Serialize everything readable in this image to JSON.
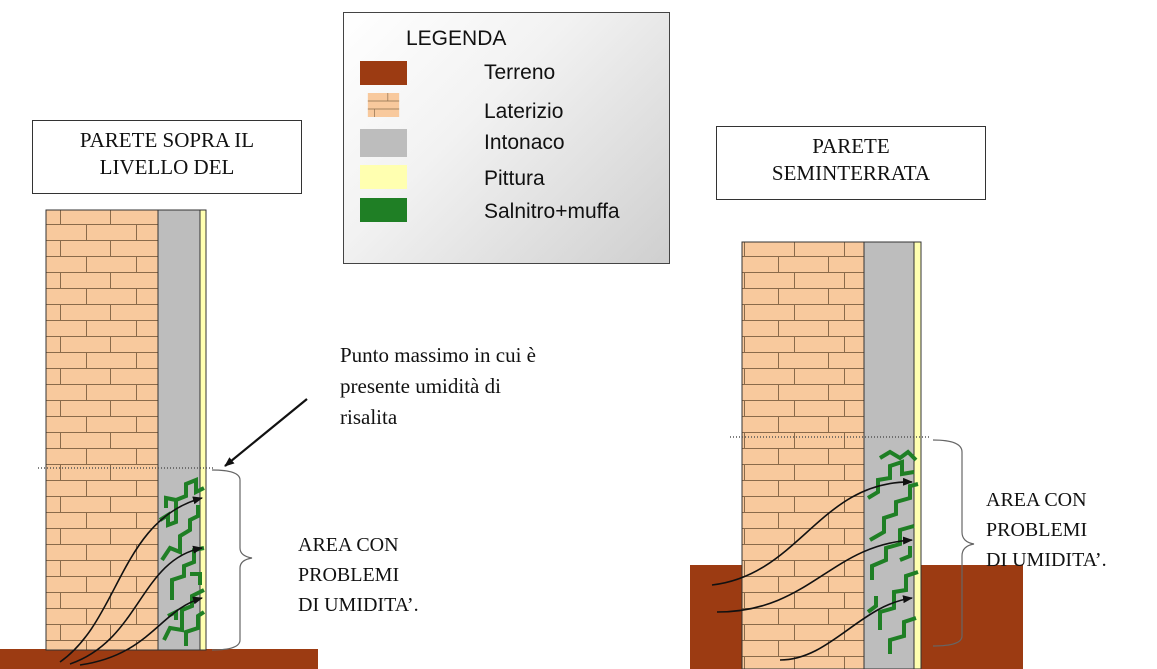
{
  "labels": {
    "left_title": "PARETE SOPRA IL\nLIVELLO DEL",
    "right_title": "PARETE\nSEMINTERRATA",
    "pointer_note": "Punto massimo in cui è\npresente umidità di\nrisalita",
    "area_left": "AREA CON\nPROBLEMI\nDI UMIDITA’.",
    "area_right": "AREA CON\nPROBLEMI\nDI UMIDITA’."
  },
  "legend": {
    "title": "LEGENDA",
    "items": [
      {
        "label": "Terreno",
        "color": "#9c3b12"
      },
      {
        "label": "Laterizio",
        "color": "#f8c99d"
      },
      {
        "label": "Intonaco",
        "color": "#bdbdbd"
      },
      {
        "label": "Pittura",
        "color": "#ffffb0"
      },
      {
        "label": "Salnitro+muffa",
        "color": "#1f7f25"
      }
    ]
  },
  "colors": {
    "terreno": "#9c3b12",
    "laterizio": "#f8c99d",
    "mortar": "#8a6a4a",
    "intonaco": "#bdbdbd",
    "pittura": "#ffffb0",
    "salnitro": "#1f7f25",
    "arrow": "#111111"
  }
}
